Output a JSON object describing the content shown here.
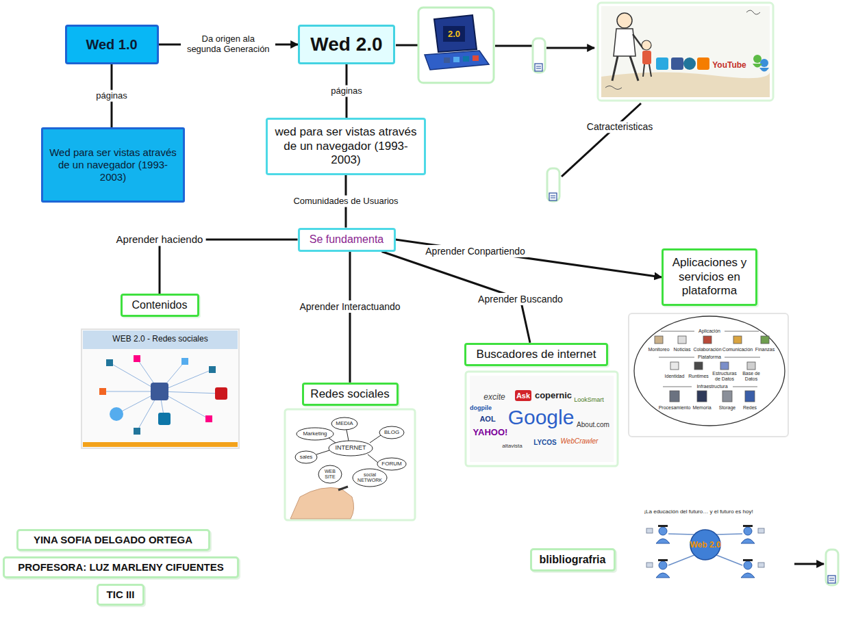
{
  "diagram": {
    "nodes": [
      {
        "text": [
          "Wed 1.0"
        ]
      },
      {
        "text": [
          "Wed 2.0"
        ]
      },
      {
        "text": [
          "Wed para ser vistas através de un navegador (1993-2003)"
        ]
      },
      {
        "text": [
          "wed para ser vistas através de un navegador (1993-2003)"
        ]
      },
      {
        "text": [
          "Se fundamenta"
        ]
      },
      {
        "text": [
          "Contenidos"
        ]
      },
      {
        "text": [
          "Redes sociales"
        ]
      },
      {
        "text": [
          "Buscadores de internet"
        ]
      },
      {
        "text": [
          "Aplicaciones y servicios en plataforma"
        ]
      },
      {
        "text": [
          "YINA SOFIA DELGADO ORTEGA"
        ]
      },
      {
        "text": [
          "PROFESORA: LUZ MARLENY CIFUENTES"
        ]
      },
      {
        "text": [
          "TIC III"
        ]
      },
      {
        "text": [
          "blibliografria"
        ]
      }
    ],
    "edges": [
      {
        "from": 0,
        "to": 1,
        "label": "Da origen ala segunda Generación",
        "arrow": "to"
      },
      {
        "from": 0,
        "to": 2,
        "label": "páginas",
        "arrow": "none"
      },
      {
        "from": 1,
        "to": 3,
        "label": "páginas",
        "arrow": "none"
      },
      {
        "from": 3,
        "to": 4,
        "label": "Comunidades de Usuarios",
        "arrow": "none"
      },
      {
        "from": 4,
        "to": 5,
        "label": "Aprender haciendo",
        "arrow": "none"
      },
      {
        "from": 4,
        "to": 6,
        "label": "Aprender Interactuando",
        "arrow": "none"
      },
      {
        "from": 4,
        "to": 7,
        "label": "Aprender Buscando",
        "arrow": "none"
      },
      {
        "from": 4,
        "to": 8,
        "label": "Aprender Conpartiendo",
        "arrow": "to"
      }
    ],
    "labels": [
      "Catracteristicas",
      "2.0",
      "YouTube",
      "WEB 2.0 - Redes sociales",
      "MEDIA",
      "Marketing",
      "BLOG",
      "INTERNET",
      "sales",
      "FORUM",
      "WEB SITE",
      "social NETWORK",
      "excite",
      "Ask",
      "copernic",
      "LookSmart",
      "dogpile",
      "AOL",
      "Google",
      "About.com",
      "YAHOO!",
      "WebCrawler",
      "LYCOS",
      "altavista",
      "Aplicación",
      "Monitoreo",
      "Noticias",
      "Colaboración",
      "Comunicación",
      "Finanzas",
      "Plataforma",
      "Identidad",
      "Runtimes",
      "Estructuras de Datos",
      "Base de Datos",
      "Infraestructura",
      "Procesamiento",
      "Memoria",
      "Storage",
      "Redes",
      "¡La educación del futuro… y el futuro es hoy!",
      "Web 2.0"
    ]
  }
}
